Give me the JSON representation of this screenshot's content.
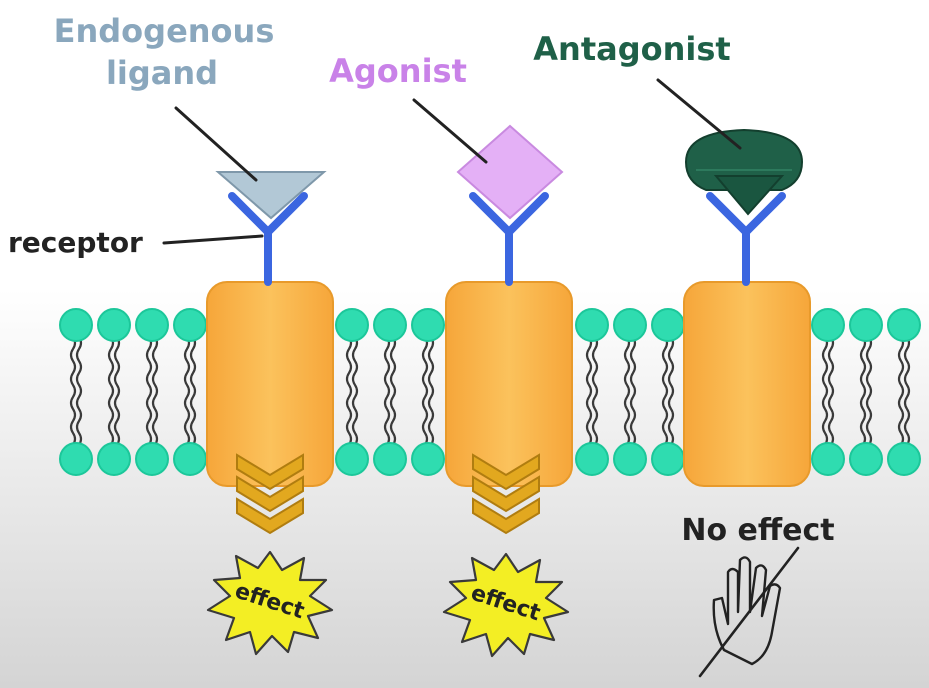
{
  "labels": {
    "endogenous_ligand_line1": "Endogenous",
    "endogenous_ligand_line2": "ligand",
    "agonist": "Agonist",
    "antagonist": "Antagonist",
    "receptor": "receptor",
    "effect_1": "effect",
    "effect_2": "effect",
    "no_effect": "No effect"
  },
  "colors": {
    "endogenous_label": "#8aa7bd",
    "endogenous_shape": "#b2c8d6",
    "agonist_label": "#c982e8",
    "agonist_shape": "#e4b0f6",
    "antagonist_label": "#1f6048",
    "antagonist_shape": "#1f6048",
    "receptor": "#3b66e0",
    "protein": "#f9b44b",
    "lipid_head": "#2fdcb0",
    "arrow": "#e0a61e",
    "burst": "#f2ec25"
  },
  "icons": {
    "effect_burst": "starburst-icon",
    "no_effect_hand": "crossed-hand-icon"
  }
}
